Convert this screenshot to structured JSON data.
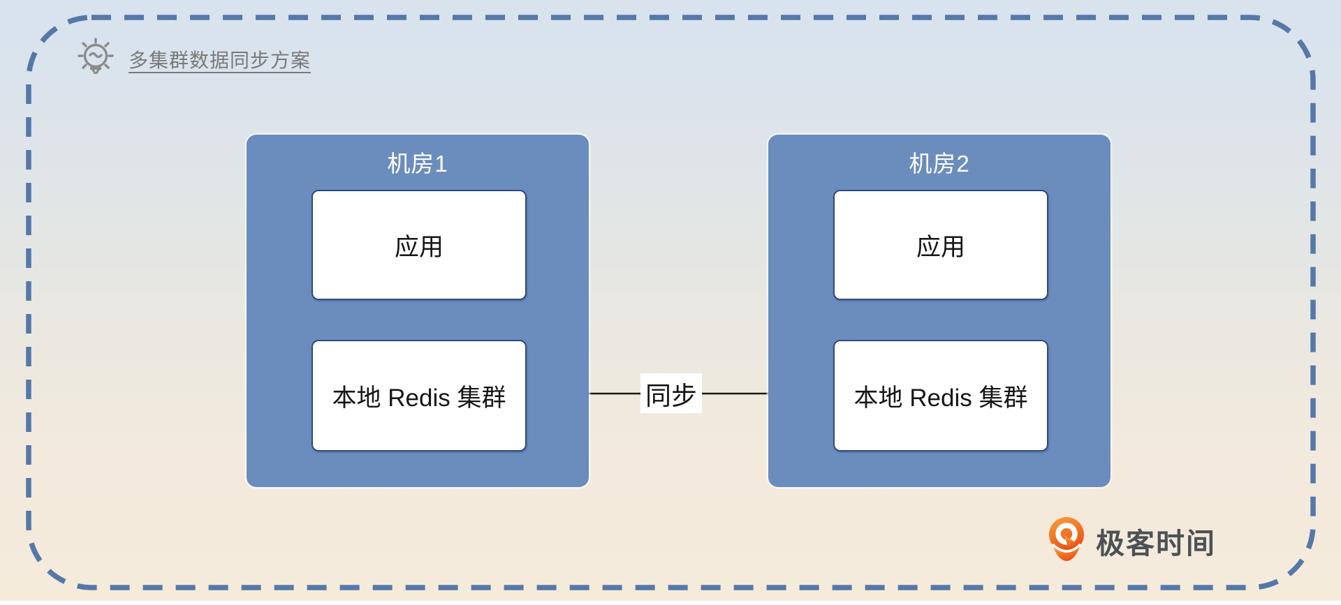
{
  "header": {
    "title": "多集群数据同步方案",
    "icon": "lightbulb-icon"
  },
  "clusters": [
    {
      "title": "机房1",
      "nodes": [
        {
          "label": "应用"
        },
        {
          "label": "本地 Redis 集群"
        }
      ]
    },
    {
      "title": "机房2",
      "nodes": [
        {
          "label": "应用"
        },
        {
          "label": "本地 Redis 集群"
        }
      ]
    }
  ],
  "connection": {
    "label": "同步",
    "type": "bidirectional-arrow",
    "from": "本地 Redis 集群 (机房1)",
    "to": "本地 Redis 集群 (机房2)"
  },
  "footer": {
    "brand": "极客时间",
    "icon": "geektime-logo-icon"
  },
  "colors": {
    "cluster_fill": "#6b8dbd",
    "node_border": "#2f4b7c",
    "frame_dash": "#5578a9",
    "background_top": "#d8e3ee",
    "background_bottom": "#f5ebdb",
    "brand_orange": "#ea5717",
    "title_gray": "#7a7a7a",
    "arrow_black": "#1a1a1a"
  }
}
